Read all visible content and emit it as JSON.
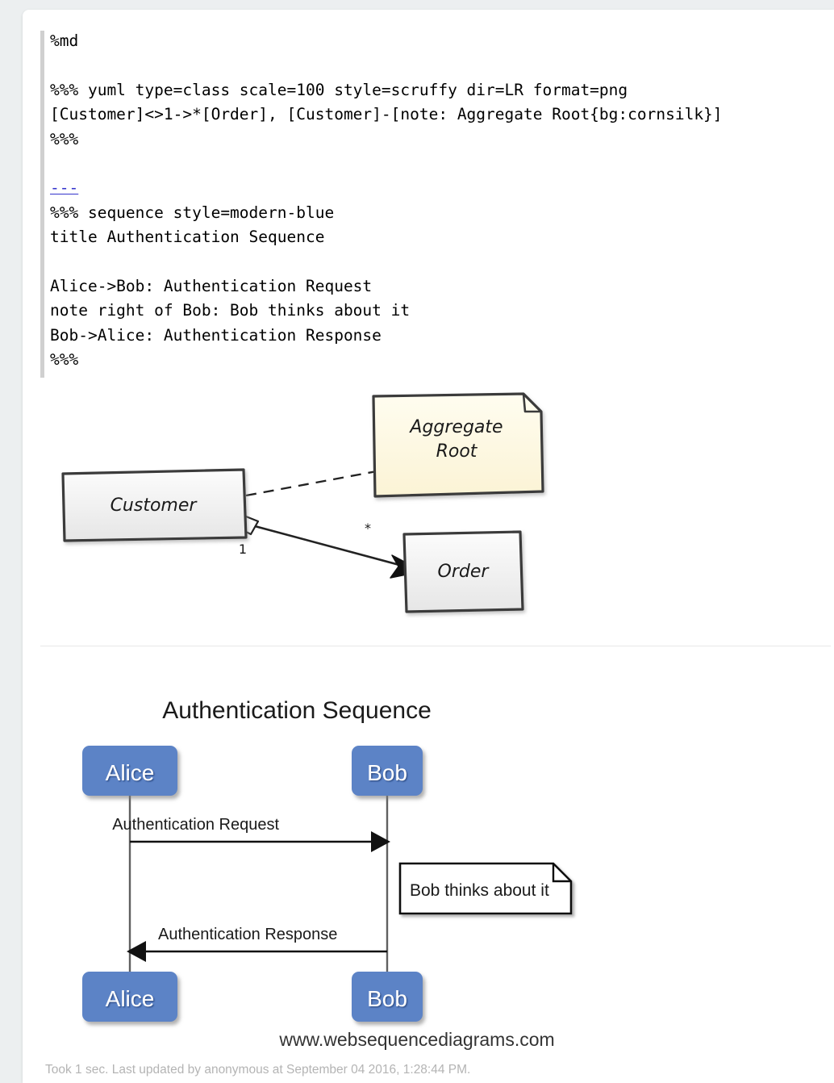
{
  "editor": {
    "interpreter_line": "%md",
    "lines": [
      "%md",
      "",
      "%%% yuml type=class scale=100 style=scruffy dir=LR format=png",
      "[Customer]<>1->*[Order], [Customer]-[note: Aggregate Root{bg:cornsilk}]",
      "%%%",
      "",
      "---",
      "%%% sequence style=modern-blue",
      "title Authentication Sequence",
      "",
      "Alice->Bob: Authentication Request",
      "note right of Bob: Bob thinks about it",
      "Bob->Alice: Authentication Response",
      "%%%"
    ],
    "hr_marker": "---"
  },
  "class_diagram": {
    "style": "scruffy",
    "direction": "LR",
    "nodes": [
      {
        "id": "customer",
        "label": "Customer",
        "kind": "class",
        "bg": "#f2f2f2"
      },
      {
        "id": "order",
        "label": "Order",
        "kind": "class",
        "bg": "#f2f2f2"
      },
      {
        "id": "note",
        "label_line1": "Aggregate",
        "label_line2": "Root",
        "kind": "note",
        "bg": "#fff8dc"
      }
    ],
    "edges": [
      {
        "from": "customer",
        "to": "order",
        "type": "aggregation",
        "from_multiplicity": "1",
        "to_multiplicity": "*"
      },
      {
        "from": "customer",
        "to": "note",
        "type": "dashed"
      }
    ]
  },
  "sequence_diagram": {
    "style": "modern-blue",
    "title": "Authentication Sequence",
    "actors": [
      "Alice",
      "Bob"
    ],
    "actor_color": "#5b83c6",
    "messages": [
      {
        "from": "Alice",
        "to": "Bob",
        "label": "Authentication Request",
        "direction": "right"
      },
      {
        "from": "Bob",
        "to": "Alice",
        "label": "Authentication Response",
        "direction": "left"
      }
    ],
    "notes": [
      {
        "anchor": "Bob",
        "position": "right",
        "text": "Bob thinks about it"
      }
    ],
    "credit": "www.websequencediagrams.com"
  },
  "footer": {
    "status": "Took 1 sec. Last updated by anonymous at September 04 2016, 1:28:44 PM."
  }
}
